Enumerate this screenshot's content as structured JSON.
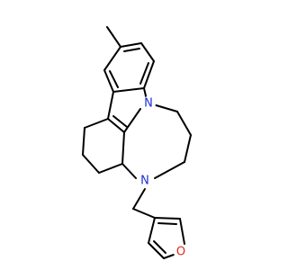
{
  "structure": {
    "atoms": [
      {
        "id": "n_indole",
        "symbol": "N",
        "color": "#1a2fd6"
      },
      {
        "id": "n_amine",
        "symbol": "N",
        "color": "#1a2fd6"
      },
      {
        "id": "o_furan",
        "symbol": "O",
        "color": "#e0261c"
      }
    ],
    "bond_color": "#000000"
  }
}
